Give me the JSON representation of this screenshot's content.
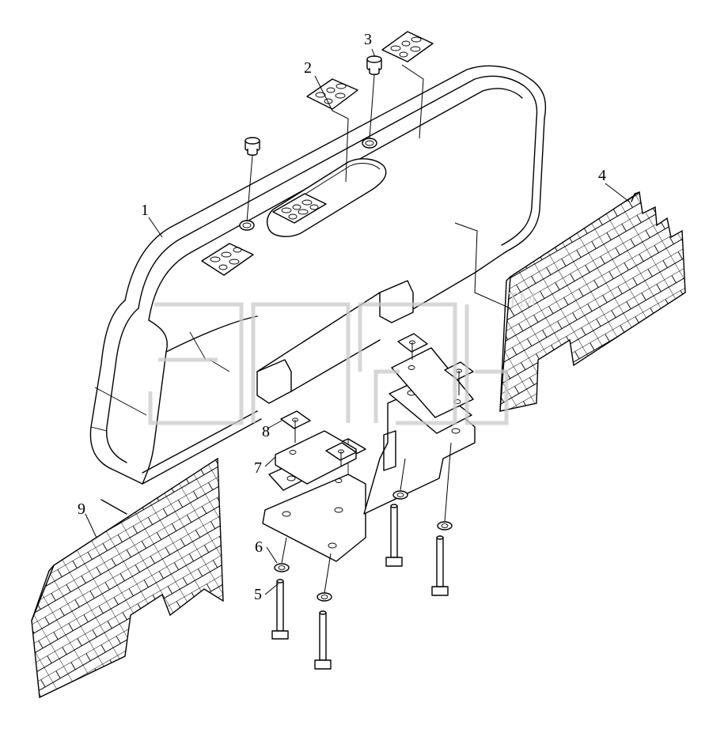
{
  "callouts": [
    {
      "id": "callout-1",
      "label": "1"
    },
    {
      "id": "callout-2",
      "label": "2"
    },
    {
      "id": "callout-3",
      "label": "3"
    },
    {
      "id": "callout-4",
      "label": "4"
    },
    {
      "id": "callout-5",
      "label": "5"
    },
    {
      "id": "callout-6",
      "label": "6"
    },
    {
      "id": "callout-7",
      "label": "7"
    },
    {
      "id": "callout-8",
      "label": "8"
    },
    {
      "id": "callout-9",
      "label": "9"
    }
  ],
  "watermark": {
    "trademark": "TM"
  }
}
